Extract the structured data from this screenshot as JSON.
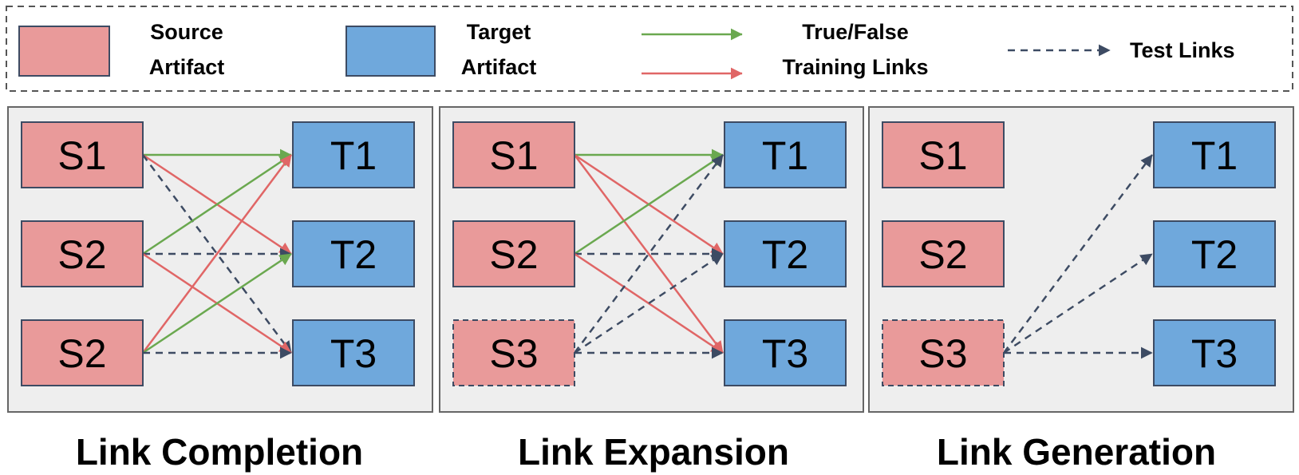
{
  "legend": {
    "source_line1": "Source",
    "source_line2": "Artifact",
    "target_line1": "Target",
    "target_line2": "Artifact",
    "links_line1": "True/False",
    "links_line2": "Training Links",
    "test_links": "Test Links"
  },
  "colors": {
    "source": "#e99a9a",
    "target": "#6fa8dc",
    "true_link": "#6aa84f",
    "false_link": "#e06666",
    "test_link": "#3d4b63",
    "panel_bg": "#eeeeee"
  },
  "panels": [
    {
      "caption": "Link Completion",
      "sources": [
        {
          "label": "S1",
          "dashed": false
        },
        {
          "label": "S2",
          "dashed": false
        },
        {
          "label": "S2",
          "dashed": false
        }
      ],
      "targets": [
        "T1",
        "T2",
        "T3"
      ],
      "links": [
        {
          "from": 0,
          "to": 0,
          "kind": "true"
        },
        {
          "from": 0,
          "to": 1,
          "kind": "false"
        },
        {
          "from": 0,
          "to": 2,
          "kind": "test"
        },
        {
          "from": 1,
          "to": 0,
          "kind": "true"
        },
        {
          "from": 1,
          "to": 1,
          "kind": "test"
        },
        {
          "from": 1,
          "to": 2,
          "kind": "false"
        },
        {
          "from": 2,
          "to": 0,
          "kind": "false"
        },
        {
          "from": 2,
          "to": 1,
          "kind": "true"
        },
        {
          "from": 2,
          "to": 2,
          "kind": "test"
        }
      ]
    },
    {
      "caption": "Link Expansion",
      "sources": [
        {
          "label": "S1",
          "dashed": false
        },
        {
          "label": "S2",
          "dashed": false
        },
        {
          "label": "S3",
          "dashed": true
        }
      ],
      "targets": [
        "T1",
        "T2",
        "T3"
      ],
      "links": [
        {
          "from": 0,
          "to": 0,
          "kind": "true"
        },
        {
          "from": 0,
          "to": 1,
          "kind": "false"
        },
        {
          "from": 0,
          "to": 2,
          "kind": "false"
        },
        {
          "from": 1,
          "to": 0,
          "kind": "true"
        },
        {
          "from": 1,
          "to": 1,
          "kind": "test"
        },
        {
          "from": 1,
          "to": 2,
          "kind": "false"
        },
        {
          "from": 2,
          "to": 0,
          "kind": "test"
        },
        {
          "from": 2,
          "to": 1,
          "kind": "test"
        },
        {
          "from": 2,
          "to": 2,
          "kind": "test"
        }
      ]
    },
    {
      "caption": "Link Generation",
      "sources": [
        {
          "label": "S1",
          "dashed": false
        },
        {
          "label": "S2",
          "dashed": false
        },
        {
          "label": "S3",
          "dashed": true
        }
      ],
      "targets": [
        "T1",
        "T2",
        "T3"
      ],
      "links": [
        {
          "from": 2,
          "to": 0,
          "kind": "test"
        },
        {
          "from": 2,
          "to": 1,
          "kind": "test"
        },
        {
          "from": 2,
          "to": 2,
          "kind": "test"
        }
      ]
    }
  ]
}
